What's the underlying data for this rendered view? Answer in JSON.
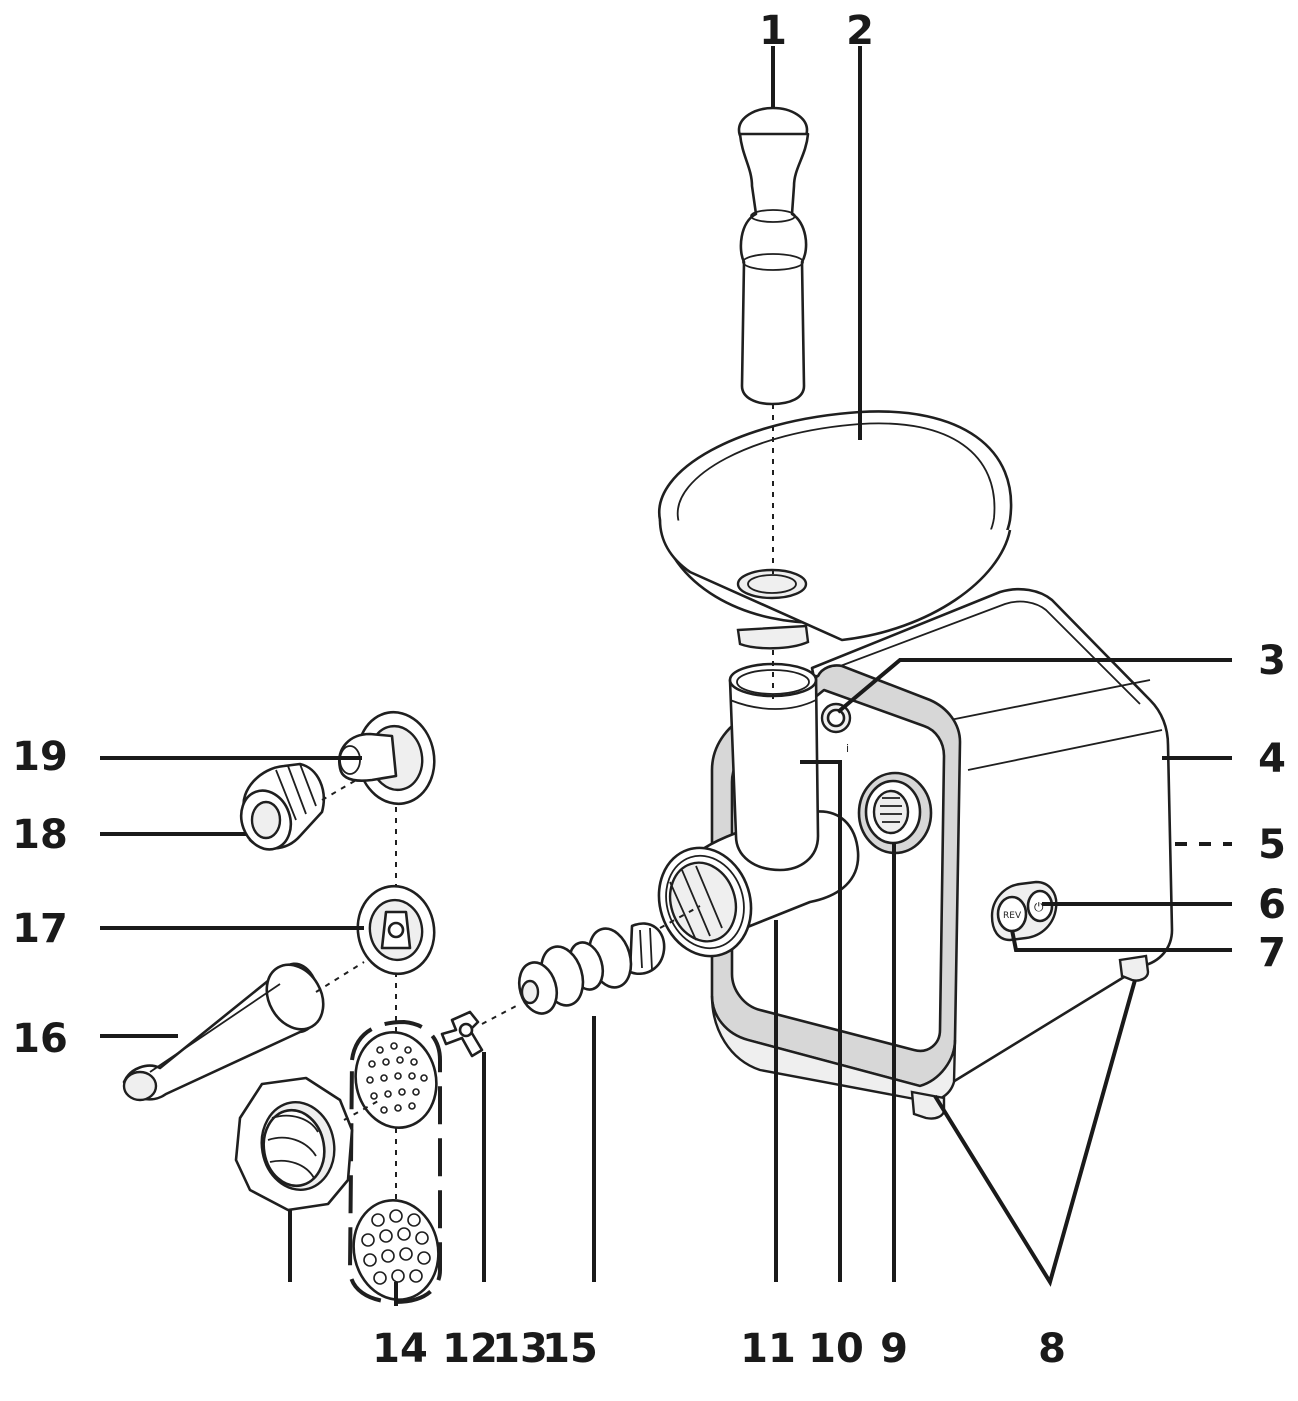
{
  "callouts": [
    {
      "id": "1",
      "text": "1"
    },
    {
      "id": "2",
      "text": "2"
    },
    {
      "id": "3",
      "text": "3"
    },
    {
      "id": "4",
      "text": "4"
    },
    {
      "id": "5",
      "text": "5"
    },
    {
      "id": "6",
      "text": "6"
    },
    {
      "id": "7",
      "text": "7"
    },
    {
      "id": "8",
      "text": "8"
    },
    {
      "id": "9",
      "text": "9"
    },
    {
      "id": "10",
      "text": "10"
    },
    {
      "id": "11",
      "text": "11"
    },
    {
      "id": "12",
      "text": "12"
    },
    {
      "id": "13",
      "text": "13"
    },
    {
      "id": "14",
      "text": "14"
    },
    {
      "id": "15",
      "text": "15"
    },
    {
      "id": "16",
      "text": "16"
    },
    {
      "id": "17",
      "text": "17"
    },
    {
      "id": "18",
      "text": "18"
    },
    {
      "id": "19",
      "text": "19"
    }
  ],
  "buttons": {
    "reverse_label": "REV",
    "power_symbol": "⏻"
  }
}
